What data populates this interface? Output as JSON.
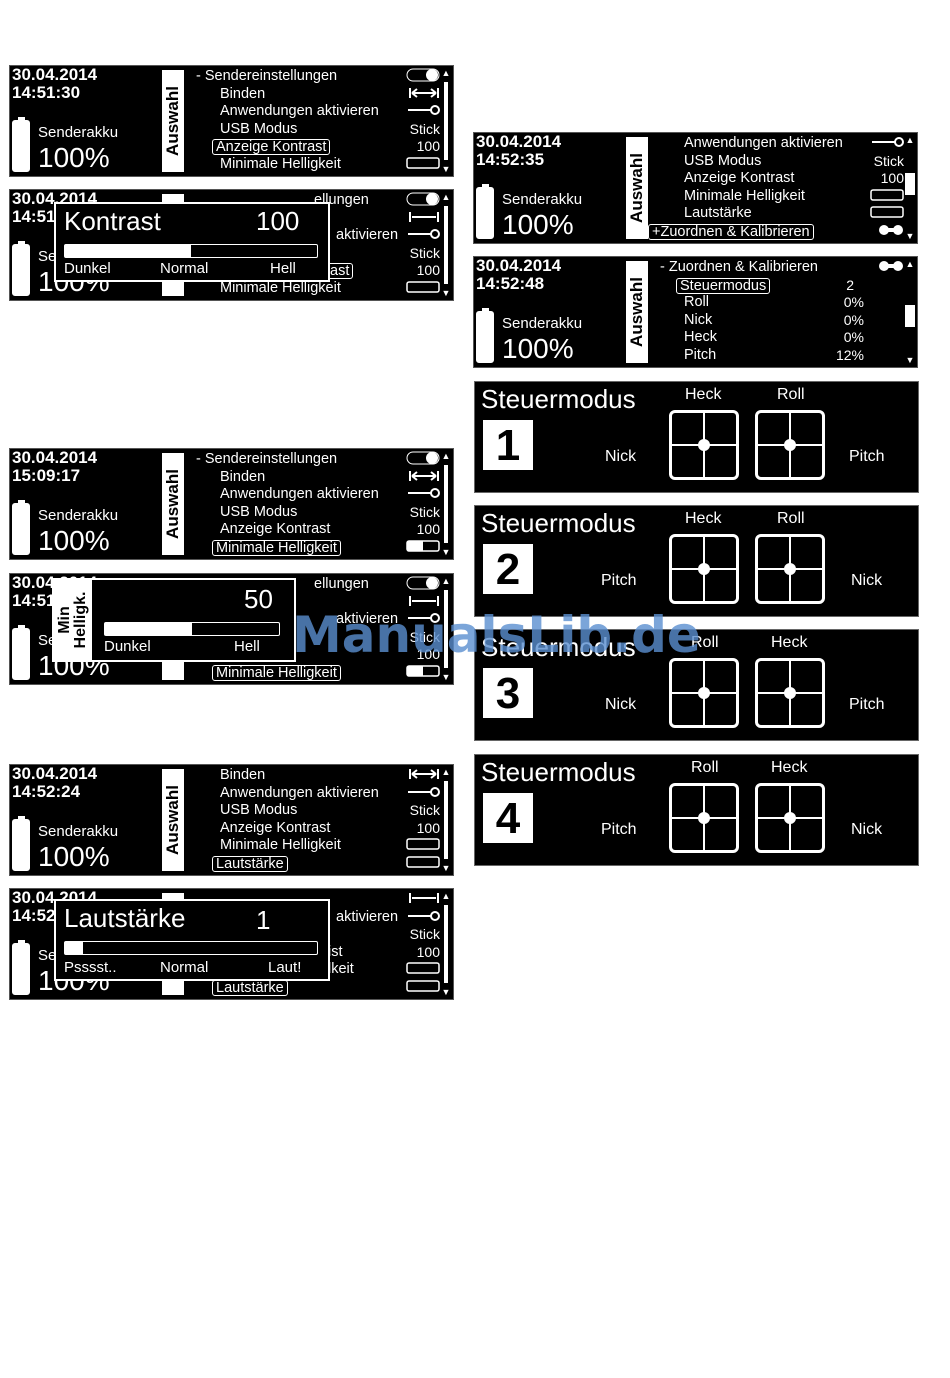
{
  "s1": {
    "date": "30.04.2014",
    "time": "14:51:30",
    "akku_label": "Senderakku",
    "akku_value": "100%",
    "auswahl": "Auswahl",
    "rows": [
      {
        "label": "- Sendereinstellungen",
        "val": ""
      },
      {
        "label": "Binden",
        "val": ""
      },
      {
        "label": "Anwendungen aktivieren",
        "val": ""
      },
      {
        "label": "USB Modus",
        "val": "Stick"
      },
      {
        "label": "Anzeige Kontrast",
        "val": "100"
      },
      {
        "label": "Minimale Helligkeit",
        "val": ""
      }
    ]
  },
  "s2": {
    "date": "30.04.2014",
    "time": "14:51",
    "popup": {
      "title": "Kontrast",
      "value": "100",
      "fill": 0.5,
      "low": "Dunkel",
      "mid": "Normal",
      "high": "Hell"
    },
    "rows": [
      {
        "label": "ellungen",
        "val": ""
      },
      {
        "label": "aktivieren",
        "val": ""
      },
      {
        "label": "",
        "val": "Stick"
      },
      {
        "label": "ast",
        "val": "100"
      },
      {
        "label": "Minimale Helligkeit",
        "val": ""
      }
    ],
    "akku_label": "Se",
    "akku_value": "100%",
    "auswahl": "A"
  },
  "s3": {
    "date": "30.04.2014",
    "time": "15:09:17",
    "akku_label": "Senderakku",
    "akku_value": "100%",
    "auswahl": "Auswahl",
    "rows": [
      {
        "label": "- Sendereinstellungen",
        "val": ""
      },
      {
        "label": "Binden",
        "val": ""
      },
      {
        "label": "Anwendungen aktivieren",
        "val": ""
      },
      {
        "label": "USB Modus",
        "val": "Stick"
      },
      {
        "label": "Anzeige Kontrast",
        "val": "100"
      },
      {
        "label": "Minimale Helligkeit",
        "val": ""
      }
    ]
  },
  "s4": {
    "date": "30.04.2014",
    "time": "14:51",
    "popup": {
      "title": "Min Helligk.",
      "value": "50",
      "fill": 0.5,
      "low": "Dunkel",
      "high": "Hell"
    },
    "rows": [
      {
        "label": "ellungen",
        "val": ""
      },
      {
        "label": "aktivieren",
        "val": ""
      },
      {
        "label": "",
        "val": "Stick"
      },
      {
        "label": "",
        "val": "100"
      },
      {
        "label": "Minimale Helligkeit",
        "val": ""
      }
    ],
    "akku_label": "Se",
    "akku_value": "100%",
    "auswahl": "A"
  },
  "s5": {
    "date": "30.04.2014",
    "time": "14:52:24",
    "akku_label": "Senderakku",
    "akku_value": "100%",
    "auswahl": "Auswahl",
    "rows": [
      {
        "label": "Binden",
        "val": ""
      },
      {
        "label": "Anwendungen aktivieren",
        "val": ""
      },
      {
        "label": "USB Modus",
        "val": "Stick"
      },
      {
        "label": "Anzeige Kontrast",
        "val": "100"
      },
      {
        "label": "Minimale Helligkeit",
        "val": ""
      },
      {
        "label": "Lautstärke",
        "val": ""
      }
    ]
  },
  "s6": {
    "date": "30.04.2014",
    "time": "14:52",
    "popup": {
      "title": "Lautstärke",
      "value": "1",
      "fill": 0.07,
      "low": "Psssst..",
      "mid": "Normal",
      "high": "Laut!"
    },
    "rows": [
      {
        "label": "aktivieren",
        "val": ""
      },
      {
        "label": "",
        "val": "Stick"
      },
      {
        "label": "ist",
        "val": "100"
      },
      {
        "label": "lkeit",
        "val": ""
      },
      {
        "label": "Lautstärke",
        "val": ""
      }
    ],
    "akku_label": "Se",
    "akku_value": "100%",
    "auswahl": "A"
  },
  "s7": {
    "date": "30.04.2014",
    "time": "14:52:35",
    "akku_label": "Senderakku",
    "akku_value": "100%",
    "auswahl": "Auswahl",
    "rows": [
      {
        "label": "Anwendungen aktivieren",
        "val": ""
      },
      {
        "label": "USB Modus",
        "val": "Stick"
      },
      {
        "label": "Anzeige Kontrast",
        "val": "100"
      },
      {
        "label": "Minimale Helligkeit",
        "val": ""
      },
      {
        "label": "Lautstärke",
        "val": ""
      },
      {
        "label": "+Zuordnen & Kalibrieren",
        "val": ""
      }
    ]
  },
  "s8": {
    "date": "30.04.2014",
    "time": "14:52:48",
    "akku_label": "Senderakku",
    "akku_value": "100%",
    "auswahl": "Auswahl",
    "rows": [
      {
        "label": "- Zuordnen & Kalibrieren",
        "val": ""
      },
      {
        "label": "Steuermodus",
        "val": "2"
      },
      {
        "label": "Roll",
        "val": "0%"
      },
      {
        "label": "Nick",
        "val": "0%"
      },
      {
        "label": "Heck",
        "val": "0%"
      },
      {
        "label": "Pitch",
        "val": "12%"
      }
    ]
  },
  "modes": [
    {
      "title": "Steuermodus",
      "num": "1",
      "top_left": "Heck",
      "top_right": "Roll",
      "left": "Nick",
      "right": "Pitch"
    },
    {
      "title": "Steuermodus",
      "num": "2",
      "top_left": "Heck",
      "top_right": "Roll",
      "left": "Pitch",
      "right": "Nick"
    },
    {
      "title": "Steuermodus",
      "num": "3",
      "top_left": "Roll",
      "top_right": "Heck",
      "left": "Nick",
      "right": "Pitch"
    },
    {
      "title": "Steuermodus",
      "num": "4",
      "top_left": "Roll",
      "top_right": "Heck",
      "left": "Pitch",
      "right": "Nick"
    }
  ],
  "watermark": "ManualsLib.de"
}
